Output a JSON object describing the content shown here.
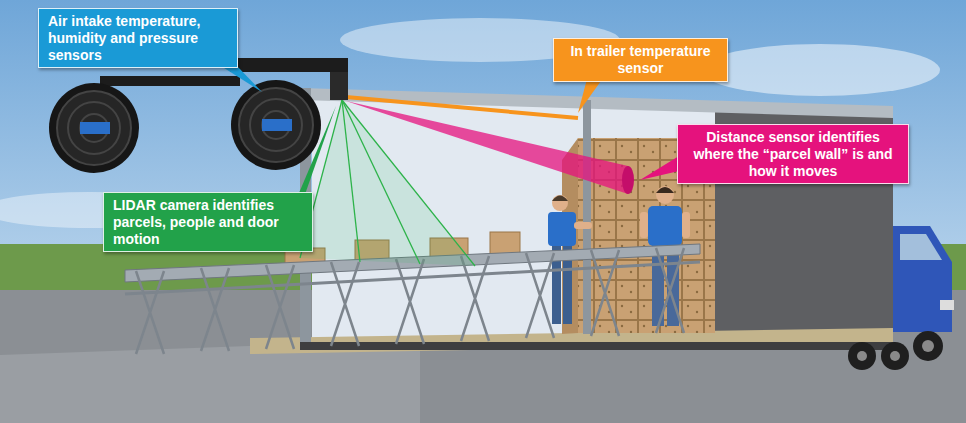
{
  "diagram": {
    "nodes": [
      {
        "text": [
          "Air intake temperature, humidity and pressure sensors"
        ]
      },
      {
        "text": [
          "In trailer temperature sensor"
        ]
      },
      {
        "text": [
          "Distance sensor identifies where the “parcel wall” is and how it moves"
        ]
      },
      {
        "text": [
          "LIDAR camera identifies parcels, people and door motion"
        ]
      }
    ]
  }
}
